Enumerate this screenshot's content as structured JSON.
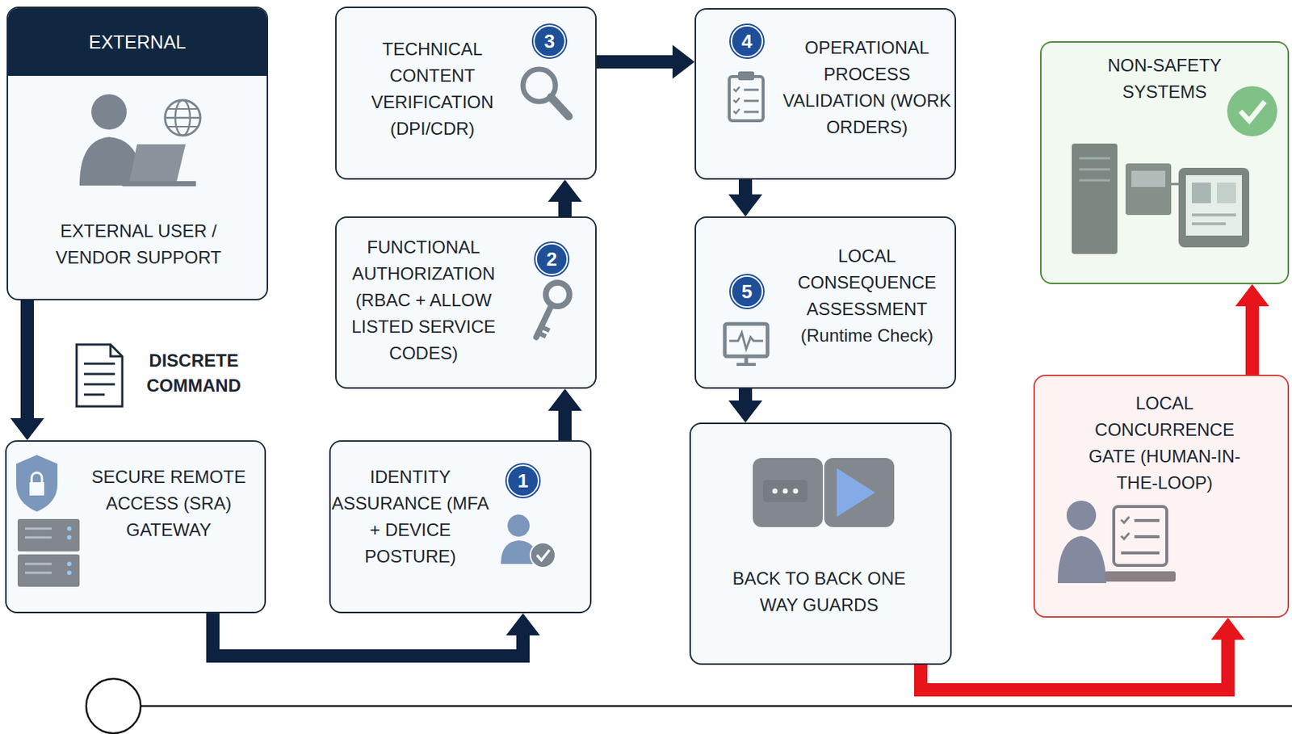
{
  "diagram": {
    "nodes": [
      {
        "text": [
          "EXTERNAL",
          "EXTERNAL USER / VENDOR SUPPORT"
        ]
      },
      {
        "text": [
          "SECURE REMOTE ACCESS (SRA) GATEWAY"
        ]
      },
      {
        "text": [
          "IDENTITY ASSURANCE (MFA + DEVICE POSTURE)",
          "1"
        ]
      },
      {
        "text": [
          "FUNCTIONAL AUTHORIZATION (RBAC + ALLOW LISTED SERVICE CODES)",
          "2"
        ]
      },
      {
        "text": [
          "TECHNICAL CONTENT VERIFICATION (DPI/CDR)",
          "3"
        ]
      },
      {
        "text": [
          "OPERATIONAL PROCESS VALIDATION (WORK ORDERS)",
          "4"
        ]
      },
      {
        "text": [
          "LOCAL CONSEQUENCE ASSESSMENT (Runtime Check)",
          "5"
        ]
      },
      {
        "text": [
          "BACK TO BACK ONE WAY GUARDS"
        ]
      },
      {
        "text": [
          "LOCAL CONCURRENCE GATE (HUMAN-IN-THE-LOOP)"
        ]
      },
      {
        "text": [
          "NON-SAFETY SYSTEMS"
        ]
      }
    ],
    "edges": [
      {
        "from": 0,
        "to": 1,
        "arrow": "to"
      },
      {
        "from": 1,
        "to": 2,
        "arrow": "to"
      },
      {
        "from": 2,
        "to": 3,
        "arrow": "to"
      },
      {
        "from": 3,
        "to": 4,
        "arrow": "to"
      },
      {
        "from": 4,
        "to": 5,
        "arrow": "to"
      },
      {
        "from": 5,
        "to": 6,
        "arrow": "to"
      },
      {
        "from": 6,
        "to": 7,
        "arrow": "to"
      },
      {
        "from": 7,
        "to": 8,
        "arrow": "to"
      },
      {
        "from": 8,
        "to": 9,
        "arrow": "to"
      }
    ],
    "labels": [
      "DISCRETE COMMAND"
    ]
  }
}
